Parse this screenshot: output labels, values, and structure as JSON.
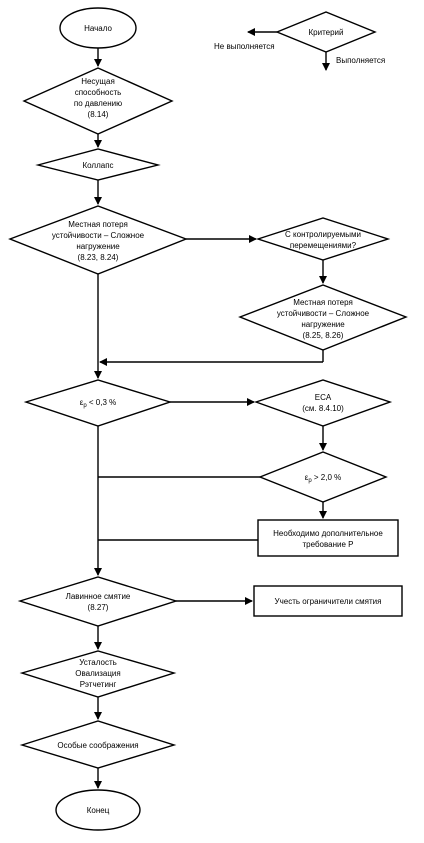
{
  "legend": {
    "criterion": "Критерий",
    "not_met": "Не выполняется",
    "met": "Выполняется"
  },
  "nodes": {
    "start": "Начало",
    "bearing": [
      "Несущая",
      "способность",
      "по давлению",
      "(8.14)"
    ],
    "collapse": "Коллапс",
    "local_buckling_1": [
      "Местная потеря",
      "устойчивости – Сложное",
      "нагружение",
      "(8.23, 8.24)"
    ],
    "controlled_displacement": [
      "С контролируемыми",
      "перемещениями?"
    ],
    "local_buckling_2": [
      "Местная потеря",
      "устойчивости – Сложное",
      "нагружение",
      "(8.25, 8.26)"
    ],
    "strain_check_1": {
      "symbol": "ε",
      "sub": "p",
      "text": " < 0,3 %"
    },
    "eca": [
      "ECA",
      "(см. 8.4.10)"
    ],
    "strain_check_2": {
      "symbol": "ε",
      "sub": "p",
      "text": " > 2,0 %"
    },
    "additional_req": [
      "Необходимо дополнительное",
      "требование Р"
    ],
    "propagating_buckling": [
      "Лавинное смятие",
      "(8.27)"
    ],
    "buckle_arrestors": "Учесть ограничители смятия",
    "fatigue": [
      "Усталость",
      "Овализация",
      "Рэтчетинг"
    ],
    "special": "Особые соображения",
    "end": "Конец"
  }
}
